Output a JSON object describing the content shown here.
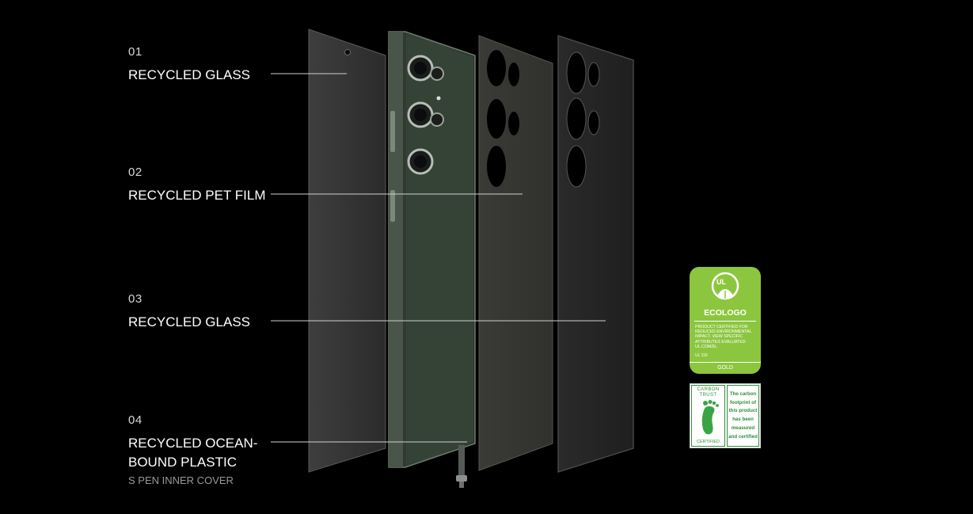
{
  "layers": [
    {
      "number": "01",
      "title": "RECYCLED GLASS"
    },
    {
      "number": "02",
      "title": "RECYCLED PET FILM"
    },
    {
      "number": "03",
      "title": "RECYCLED GLASS"
    },
    {
      "number": "04",
      "title": "RECYCLED OCEAN-\nBOUND PLASTIC",
      "subtitle": "S PEN INNER COVER"
    }
  ],
  "ecologo": {
    "mark": "UL",
    "name": "ECOLOGO",
    "text": "PRODUCT CERTIFIED FOR REDUCED ENVIRONMENTAL IMPACT. VIEW SPECIFIC ATTRIBUTES EVALUATED: UL.COM/EL",
    "standard": "UL 110",
    "level": "GOLD",
    "color": "#8cc63f"
  },
  "carbon_trust": {
    "heading": "CARBON\nTRUST",
    "footer": "CERTIFIED",
    "message": "The carbon\nfootprint of\nthis product\nhas been\nmeasured\nand certified",
    "icon": "footprint-icon",
    "color": "#2f8f3a"
  }
}
